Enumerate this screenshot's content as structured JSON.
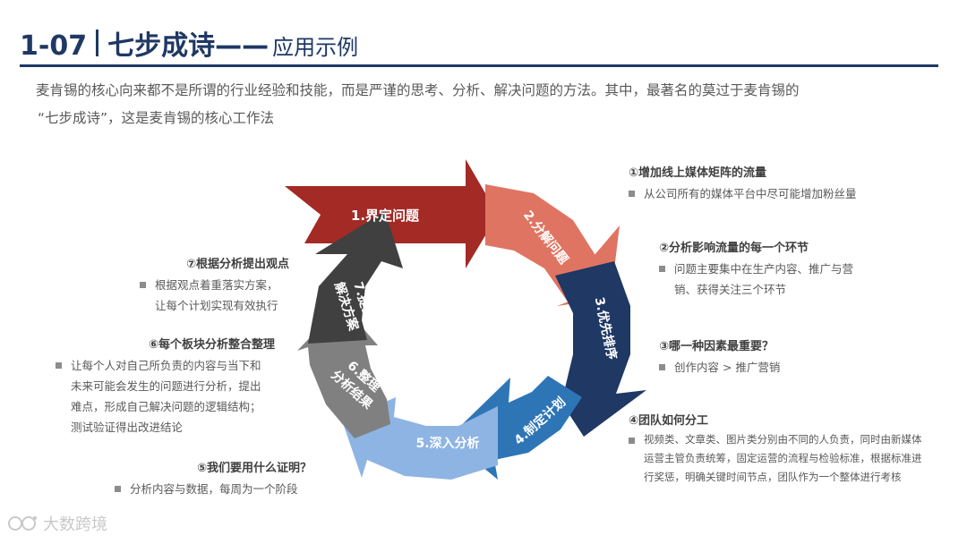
{
  "header": {
    "number": "1-07",
    "title": "七步成诗——",
    "subtitle": "应用示例"
  },
  "intro": {
    "line1": "麦肯锡的核心向来都不是所谓的行业经验和技能，而是严谨的思考、分析、解决问题的方法。其中，最著名的莫过于麦肯锡的",
    "line2": "“七步成诗”，这是麦肯锡的核心工作法"
  },
  "cycle": {
    "steps": [
      {
        "label": "1.界定问题",
        "color": "#a32a25"
      },
      {
        "label": "2.分解问题",
        "color": "#e07462"
      },
      {
        "label": "3.优先排序",
        "color": "#1f3864"
      },
      {
        "label": "4.制定计划",
        "color": "#2e75b6"
      },
      {
        "label": "5.深入分析",
        "color": "#8eb4e3"
      },
      {
        "label_line1": "6.整理",
        "label_line2": "分析结果",
        "color": "#808080"
      },
      {
        "label_line1": "7.提出",
        "label_line2": "解决方案",
        "color": "#404040"
      }
    ]
  },
  "notes": {
    "n1": {
      "head": "①增加线上媒体矩阵的流量",
      "text": "从公司所有的媒体平台中尽可能增加粉丝量"
    },
    "n2": {
      "head": "②分析影响流量的每一个环节",
      "text": "问题主要集中在生产内容、推广与营\n销、获得关注三个环节"
    },
    "n3": {
      "head": "③哪一种因素最重要？",
      "text": "创作内容 > 推广营销"
    },
    "n4": {
      "head": "④团队如何分工",
      "text": "视频类、文章类、图片类分别由不同的人负责，同时由新媒体\n运营主管负责统筹，固定运营的流程与检验标准，根据标准进\n行奖惩，明确关键时间节点，团队作为一个整体进行考核"
    },
    "n5": {
      "head": "⑤我们要用什么证明？",
      "text": "分析内容与数据，每周为一个阶段"
    },
    "n6": {
      "head": "⑥每个板块分析整合整理",
      "text": "让每个人对自己所负责的内容与当下和\n未来可能会发生的问题进行分析，提出\n难点，形成自己解决问题的逻辑结构；\n测试验证得出改进结论"
    },
    "n7": {
      "head": "⑦根据分析提出观点",
      "text": "根据观点着重落实方案，\n让每个计划实现有效执行"
    }
  },
  "watermark": {
    "text": "大数跨境"
  }
}
